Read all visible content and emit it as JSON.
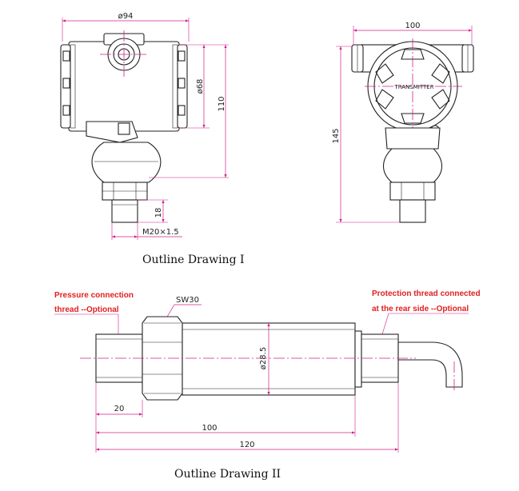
{
  "drawing1": {
    "caption": "Outline Drawing I",
    "front_view": {
      "dim_width": "ø94",
      "dim_body_dia": "ø68",
      "dim_height": "110",
      "dim_nut": "18",
      "dim_thread": "M20×1.5"
    },
    "side_view": {
      "dim_width": "100",
      "dim_height": "145",
      "label": "TRANSMITTER"
    }
  },
  "drawing2": {
    "caption": "Outline Drawing II",
    "note_left": {
      "line1": "Pressure connection",
      "line2": "thread --Optional"
    },
    "note_right": {
      "line1": "Protection thread connected",
      "line2": "at the rear side --Optional"
    },
    "dim_hex": "SW30",
    "dim_dia": "ø28.5",
    "dim_thread_len": "20",
    "dim_body_len": "100",
    "dim_total": "120"
  },
  "colors": {
    "line": "#222222",
    "dimension": "#d0208a",
    "note": "#e02020"
  }
}
